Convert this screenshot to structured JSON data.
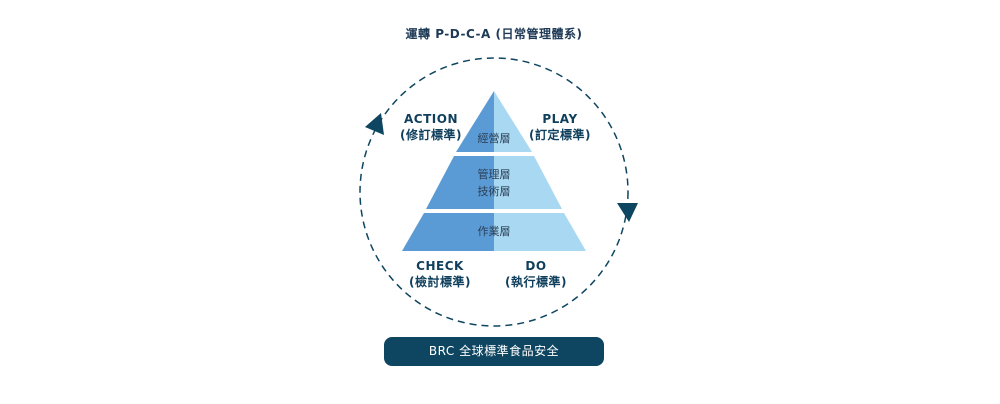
{
  "title": "運轉 P-D-C-A (日常管理體系)",
  "corners": {
    "action": {
      "label": "ACTION",
      "sub": "(修訂標準)"
    },
    "play": {
      "label": "PLAY",
      "sub": "(訂定標準)"
    },
    "check": {
      "label": "CHECK",
      "sub": "(檢討標準)"
    },
    "do": {
      "label": "DO",
      "sub": "(執行標準)"
    }
  },
  "pyramid": {
    "top": {
      "label": "經營層"
    },
    "middle": {
      "line1": "管理層",
      "line2": "技術層"
    },
    "bottom": {
      "label": "作業層"
    }
  },
  "footer": {
    "label": "BRC 全球標準食品安全"
  },
  "colors": {
    "pyramid_left": "#5b9bd5",
    "pyramid_right": "#a8d8f2",
    "cycle": "#0e4560",
    "footer_bg": "#0e4560"
  }
}
